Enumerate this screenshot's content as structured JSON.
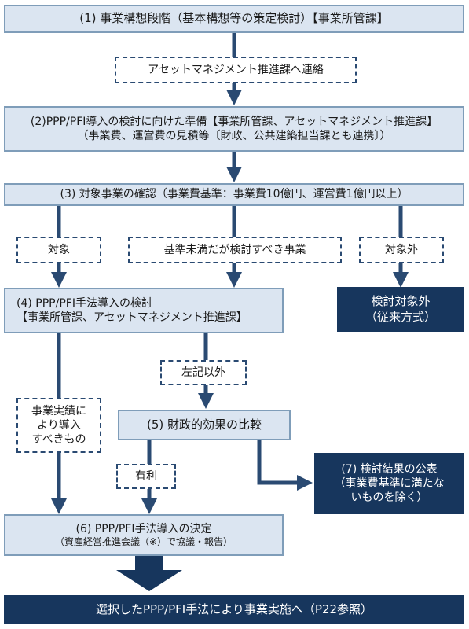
{
  "boxes": {
    "step1": "(1) 事業構想段階（基本構想等の策定検討）【事業所管課】",
    "contact": "アセットマネジメント推進課へ連絡",
    "step2_line1": "(2)PPP/PFI導入の検討に向けた準備【事業所管課、アセットマネジメント推進課】",
    "step2_line2": "（事業費、運営費の見積等〔財政、公共建築担当課とも連携〕）",
    "step3": "(3) 対象事業の確認（事業費基準：事業費10億円、運営費1億円以上）",
    "target": "対象",
    "below_standard": "基準未満だが検討すべき事業",
    "not_target": "対象外",
    "excluded_line1": "検討対象外",
    "excluded_line2": "（従来方式）",
    "step4_line1": "(4) PPP/PFI手法導入の検討",
    "step4_line2": "【事業所管課、アセットマネジメント推進課】",
    "other": "左記以外",
    "record_line1": "事業実績に",
    "record_line2": "より導入",
    "record_line3": "すべきもの",
    "step5": "(5) 財政的効果の比較",
    "advantage": "有利",
    "step7_line1": "(7) 検討結果の公表",
    "step7_line2": "（事業費基準に満たな",
    "step7_line3": "いものを除く）",
    "step6_line1": "(6) PPP/PFI手法導入の決定",
    "step6_line2": "（資産経営推進会議（※）で協議・報告）",
    "final": "選択したPPP/PFI手法により事業実施へ（P22参照）"
  },
  "colors": {
    "light_fill": "#dbe5f1",
    "light_border": "#7f9db9",
    "dark_fill": "#17365d",
    "arrow": "#2a4a72"
  }
}
